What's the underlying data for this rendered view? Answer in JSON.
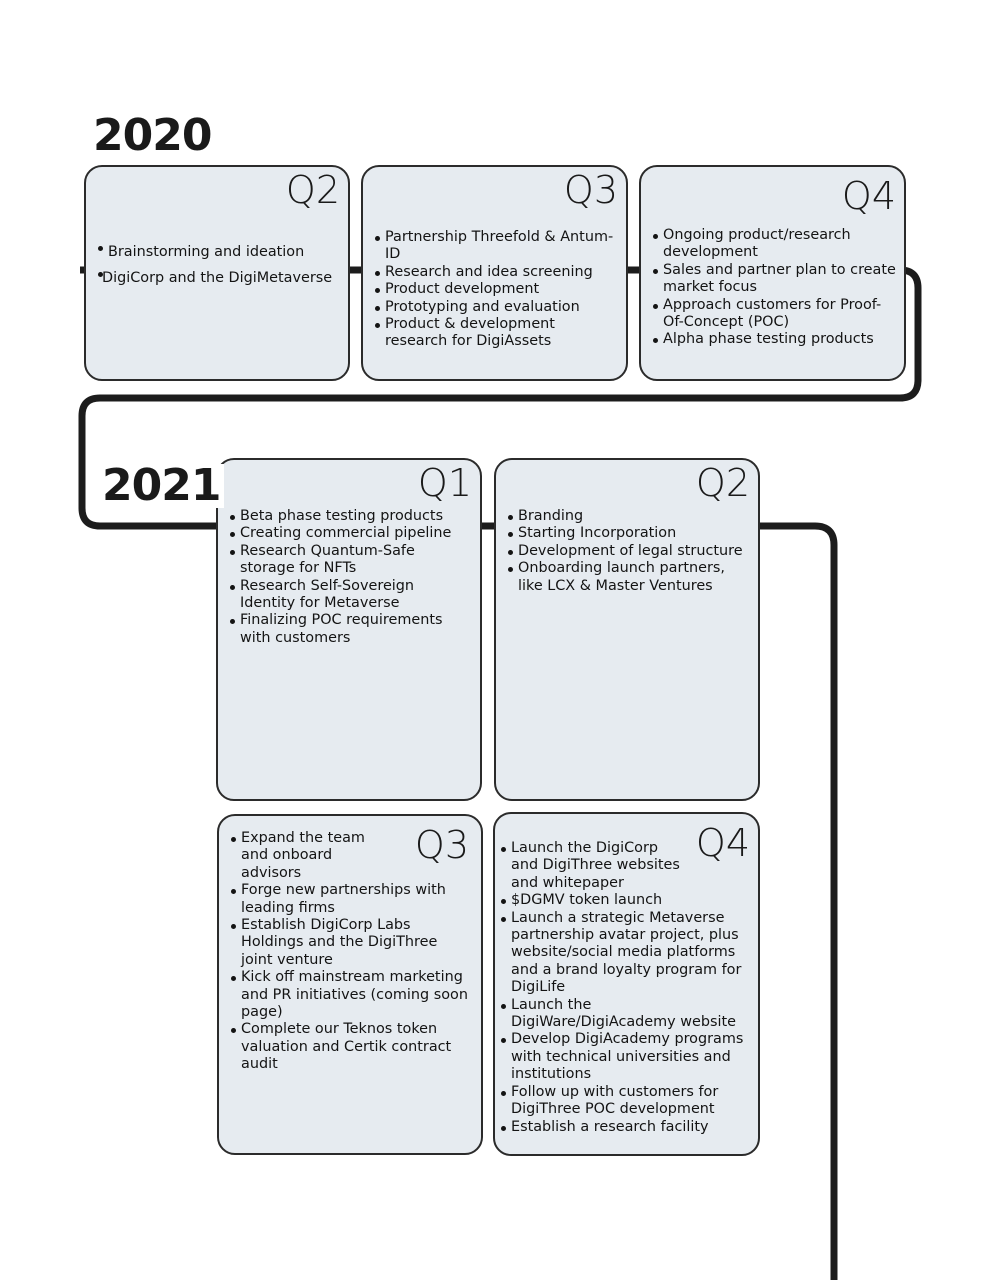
{
  "years": [
    {
      "label": "2020",
      "quarters": [
        {
          "label": "Q2",
          "items": [
            "Brainstorming and ideation",
            "DigiCorp and the DigiMetaverse"
          ]
        },
        {
          "label": "Q3",
          "items": [
            "Partnership Threefold & Antum-ID",
            "Research and idea screening",
            "Product development",
            "Prototyping and evaluation",
            "Product & development research for DigiAssets"
          ]
        },
        {
          "label": "Q4",
          "items": [
            "Ongoing product/research development",
            "Sales and partner plan to create market focus",
            "Approach customers for Proof-Of-Concept (POC)",
            "Alpha phase testing products"
          ]
        }
      ]
    },
    {
      "label": "2021",
      "quarters": [
        {
          "label": "Q1",
          "items": [
            "Beta phase testing products",
            "Creating commercial pipeline",
            "Research Quantum-Safe storage for NFTs",
            "Research Self-Sovereign Identity for Metaverse",
            "Finalizing POC requirements with customers"
          ]
        },
        {
          "label": "Q2",
          "items": [
            "Branding",
            "Starting Incorporation",
            "Development of legal structure",
            "Onboarding launch partners, like LCX & Master Ventures"
          ]
        },
        {
          "label": "Q3",
          "items": [
            "Expand the team and onboard advisors",
            "Forge new partnerships with leading firms",
            "Establish DigiCorp Labs Holdings and the DigiThree joint venture",
            "Kick off mainstream marketing and PR initiatives (coming soon page)",
            "Complete our Teknos token valuation and Certik contract audit"
          ]
        },
        {
          "label": "Q4",
          "items": [
            "Launch the DigiCorp and DigiThree websites and whitepaper",
            "$DGMV token launch",
            "Launch a strategic Metaverse partnership avatar project, plus website/social media platforms and a brand loyalty program for DigiLife",
            "Launch the DigiWare/DigiAcademy website",
            "Develop DigiAcademy programs with technical universities and institutions",
            "Follow up with customers for DigiThree POC development",
            "Establish a research facility"
          ]
        }
      ]
    }
  ]
}
